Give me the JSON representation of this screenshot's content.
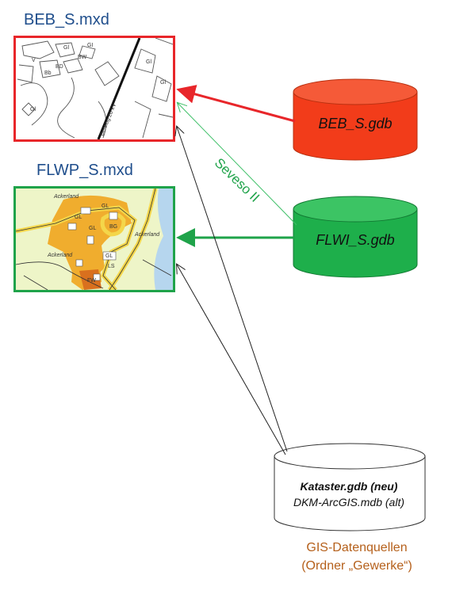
{
  "maps": {
    "beb": {
      "title": "BEB_S.mxd"
    },
    "flwp": {
      "title": "FLWP_S.mxd"
    }
  },
  "sources": {
    "beb": {
      "label": "BEB_S.gdb",
      "color": "#f23c1a"
    },
    "flwi": {
      "label": "FLWI_S.gdb",
      "color": "#1eaf4b"
    },
    "kataster": {
      "line1": "Kataster.gdb (neu)",
      "line2": "DKM-ArcGIS.mdb (alt)"
    }
  },
  "connector_label": "Seveso II",
  "footer": {
    "line1": "GIS-Datenquellen",
    "line2": "(Ordner „Gewerke“)"
  },
  "map_labels": {
    "beb": [
      "GI",
      "BW",
      "BD",
      "V",
      "Gl",
      "Gl",
      "Gl",
      "Bb",
      "Gl",
      "Bereitig 20 kV"
    ],
    "flwp": [
      "Ackerland",
      "Ackerland",
      "Ackerland",
      "GL",
      "GL",
      "BG",
      "GL",
      "FW",
      "GL",
      "LS"
    ]
  }
}
